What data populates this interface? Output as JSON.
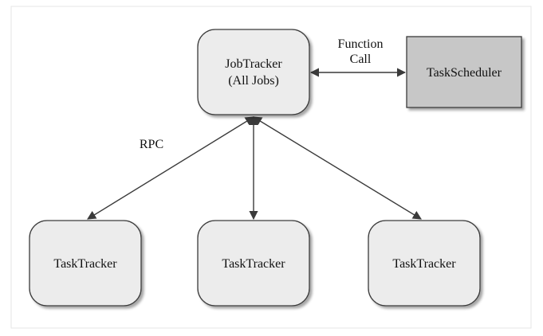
{
  "nodes": {
    "jobtracker": {
      "line1": "JobTracker",
      "line2": "(All Jobs)"
    },
    "taskscheduler": {
      "label": "TaskScheduler"
    },
    "tasktracker_left": {
      "label": "TaskTracker"
    },
    "tasktracker_center": {
      "label": "TaskTracker"
    },
    "tasktracker_right": {
      "label": "TaskTracker"
    }
  },
  "edges": {
    "function_call": {
      "line1": "Function",
      "line2": "Call"
    },
    "rpc": {
      "label": "RPC"
    }
  },
  "colors": {
    "node_fill": "#ececec",
    "scheduler_fill": "#c7c7c7",
    "stroke": "#3a3a3a"
  }
}
